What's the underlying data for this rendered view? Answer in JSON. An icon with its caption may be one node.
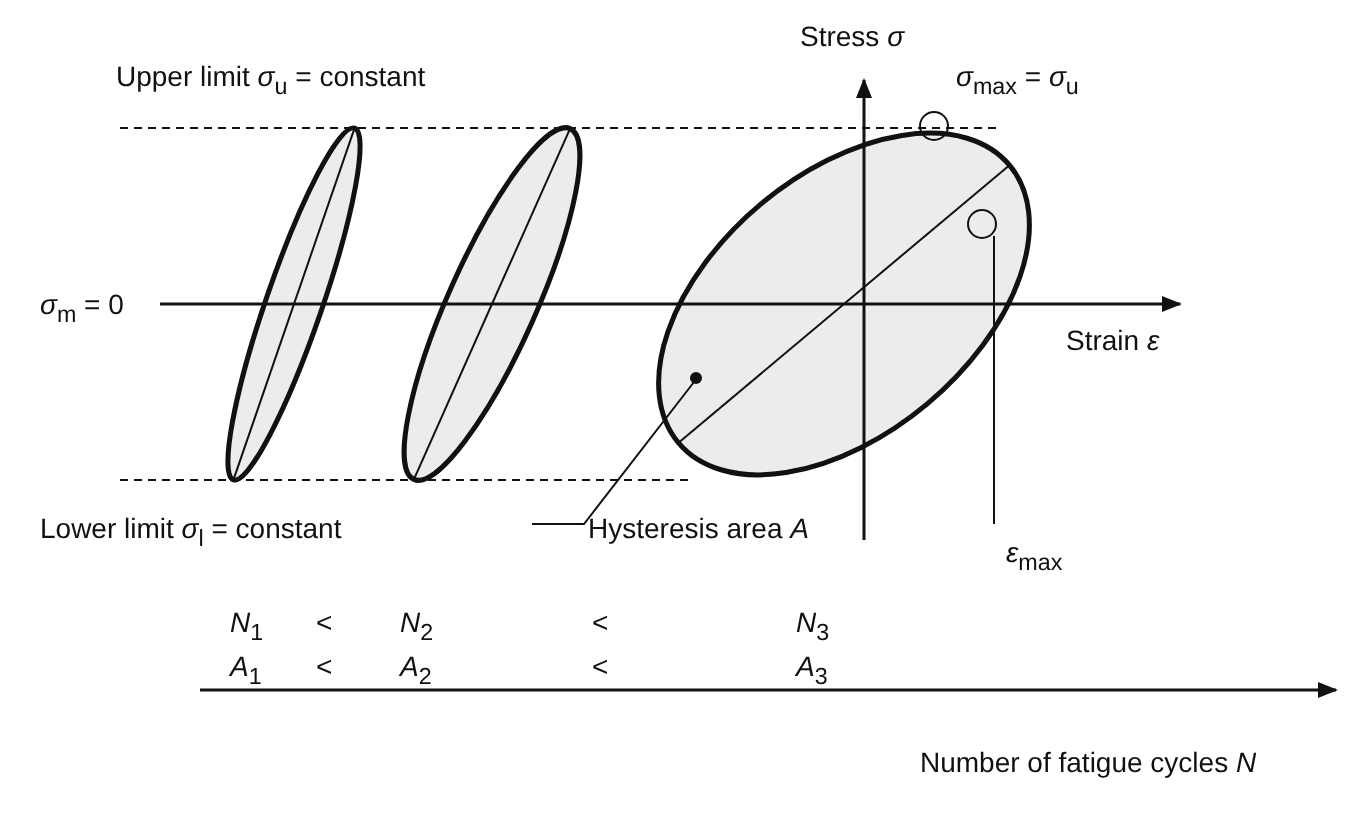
{
  "diagram": {
    "nodes": [
      {
        "text": [
          "Hysteresis area *A*"
        ]
      },
      {
        "text": [],
        "shape": "circle"
      }
    ],
    "edges": [
      {
        "from": 0,
        "to": 1,
        "arrow": "none"
      }
    ],
    "labels": [
      "Stress *σ*",
      "Upper limit *σ*$_{u}$ = constant",
      "*σ*$_{max}$ = *σ*$_{u}$",
      "*σ*$_{m}$ = 0",
      "Strain *ε*",
      "Lower limit *σ*$_{l}$ = constant",
      "*ε*$_{max}$",
      "*N*$_{1}$",
      "<",
      "*N*$_{2}$",
      "<",
      "*N*$_{3}$",
      "*A*$_{1}$",
      "<",
      "*A*$_{2}$",
      "<",
      "*A*$_{3}$",
      "Number of fatigue cycles *N*"
    ]
  }
}
